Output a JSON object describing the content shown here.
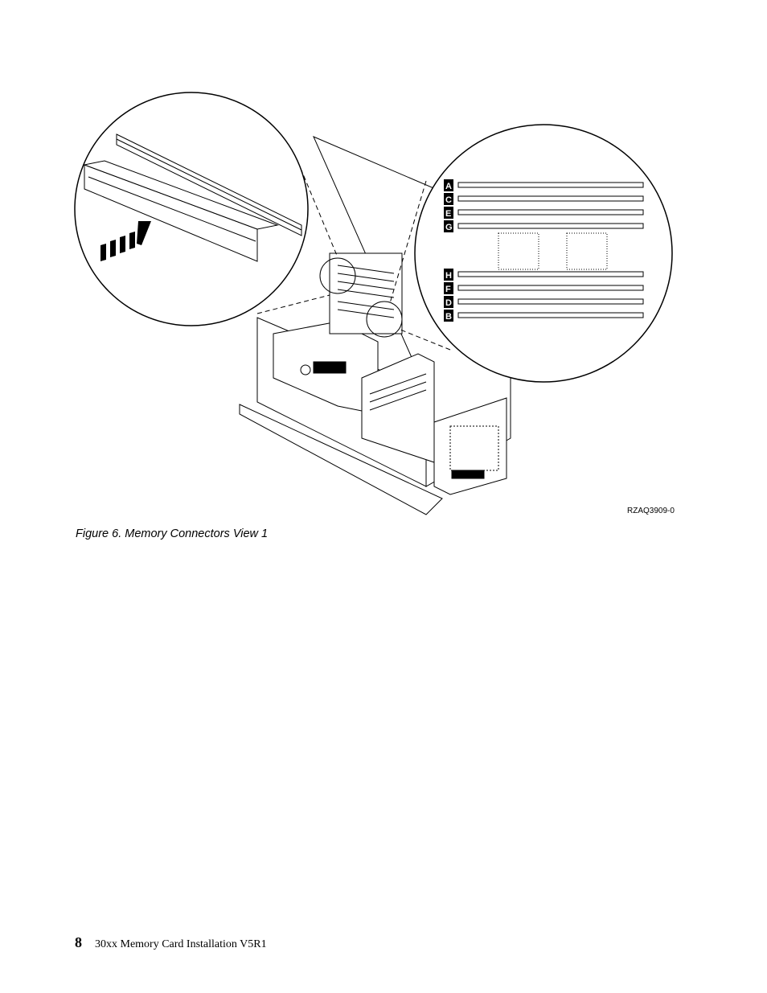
{
  "figure": {
    "id_label": "RZAQ3909-0",
    "caption": "Figure 6. Memory Connectors View 1",
    "slot_labels_top": [
      "A",
      "C",
      "E",
      "G"
    ],
    "slot_labels_bottom": [
      "H",
      "F",
      "D",
      "B"
    ]
  },
  "footer": {
    "page_number": "8",
    "title": "30xx Memory Card Installation V5R1"
  }
}
